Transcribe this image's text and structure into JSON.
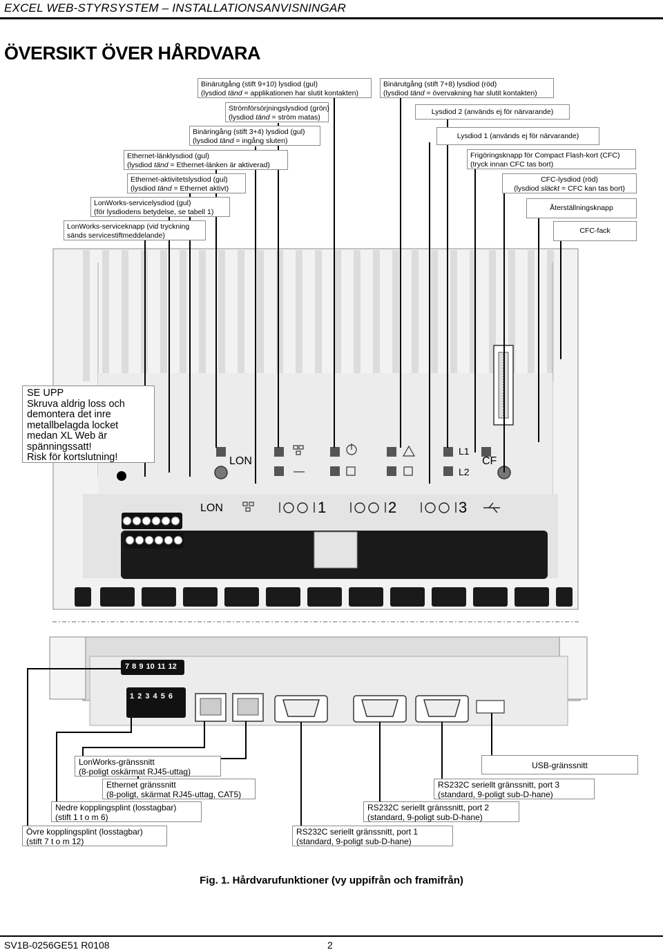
{
  "header": {
    "doc_title": "EXCEL WEB-STYRSYSTEM – INSTALLATIONSANVISNINGAR",
    "page_title": "ÖVERSIKT ÖVER HÅRDVARA"
  },
  "top_callouts": {
    "bin_out_9_10": [
      "Binärutgång (stift 9+10) lysdiod (gul)",
      "(lysdiod ",
      "tänd",
      " = applikationen har slutit kontakten)"
    ],
    "power_led": [
      "Strömförsörjningslysdiod (grön)",
      "(lysdiod ",
      "tänd",
      " = ström matas)"
    ],
    "bin_in_3_4": [
      "Binäringång (stift 3+4) lysdiod (gul)",
      "(lysdiod ",
      "tänd",
      " = ingång sluten)"
    ],
    "eth_link": [
      "Ethernet-länklysdiod (gul)",
      "(lysdiod ",
      "tänd",
      " = Ethernet-länken är aktiverad)"
    ],
    "eth_activity": [
      "Ethernet-aktivitetslysdiod (gul)",
      "(lysdiod ",
      "tänd",
      " = Ethernet aktivt)"
    ],
    "lon_service_led": [
      "LonWorks-servicelysdiod (gul)",
      "(för lysdiodens betydelse, se tabell 1)"
    ],
    "lon_service_btn": [
      "LonWorks-serviceknapp (vid tryckning",
      "sänds servicestiftmeddelande)"
    ],
    "bin_out_7_8": [
      "Binärutgång (stift 7+8) lysdiod (röd)",
      "(lysdiod ",
      "tänd",
      " = övervakning har slutit kontakten)"
    ],
    "led2": "Lysdiod 2 (används ej för närvarande)",
    "led1": "Lysdiod 1 (används ej för närvarande)",
    "cfc_release": [
      "Frigöringsknapp för Compact Flash-kort (CFC)",
      "(tryck innan CFC tas bort)"
    ],
    "cfc_led": [
      "CFC-lysdiod (röd)",
      "(lysdiod ",
      "släckt",
      " = CFC kan tas bort)"
    ],
    "reset_btn": "Återställningsknapp",
    "cfc_slot": "CFC-fack"
  },
  "warning": {
    "title": "SE UPP",
    "lines": [
      "Skruva aldrig loss och",
      "demontera det inre",
      "metallbelagda locket",
      "medan XL Web är",
      "spänningssatt!",
      "Risk för kortslutning!"
    ]
  },
  "board_labels": {
    "lon": "LON",
    "l1": "L1",
    "l2": "L2",
    "cf": "CF",
    "lon_bottom": "LON",
    "port1": "1",
    "port2": "2",
    "port3": "3"
  },
  "terminals": {
    "upper": "7 8 9 10 11 12",
    "lower": "1 2 3 4 5 6"
  },
  "bottom_callouts": {
    "lonworks_if": [
      "LonWorks-gränssnitt",
      "(8-poligt oskärmat RJ45-uttag)"
    ],
    "ethernet_if": [
      "Ethernet gränssnitt",
      "(8-poligt, skärmat RJ45-uttag, CAT5)"
    ],
    "lower_terminal": [
      "Nedre kopplingsplint (losstagbar)",
      "(stift 1 t o m 6)"
    ],
    "upper_terminal": [
      "Övre kopplingsplint (losstagbar)",
      "(stift 7 t o m 12)"
    ],
    "usb_if": "USB-gränssnitt",
    "rs232_3": [
      "RS232C seriellt gränssnitt, port 3",
      "(standard, 9-poligt sub-D-hane)"
    ],
    "rs232_2": [
      "RS232C seriellt gränssnitt, port 2",
      "(standard, 9-poligt sub-D-hane)"
    ],
    "rs232_1": [
      "RS232C seriellt gränssnitt, port 1",
      "(standard, 9-poligt sub-D-hane)"
    ]
  },
  "figure_caption": "Fig. 1. Hårdvarufunktioner (vy uppifrån och framifrån)",
  "footer": {
    "doc_id": "SV1B-0256GE51 R0108",
    "page": "2"
  }
}
